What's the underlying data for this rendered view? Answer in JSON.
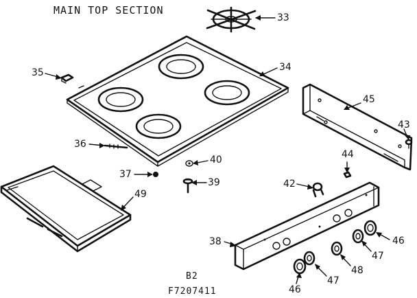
{
  "diagram": {
    "title": "MAIN TOP SECTION",
    "page_ref": "B2",
    "drawing_code": "F7207411",
    "callouts": [
      "33",
      "34",
      "35",
      "36",
      "37",
      "38",
      "39",
      "40",
      "42",
      "44",
      "45",
      "43",
      "46",
      "47",
      "48",
      "47",
      "46",
      "49"
    ]
  }
}
